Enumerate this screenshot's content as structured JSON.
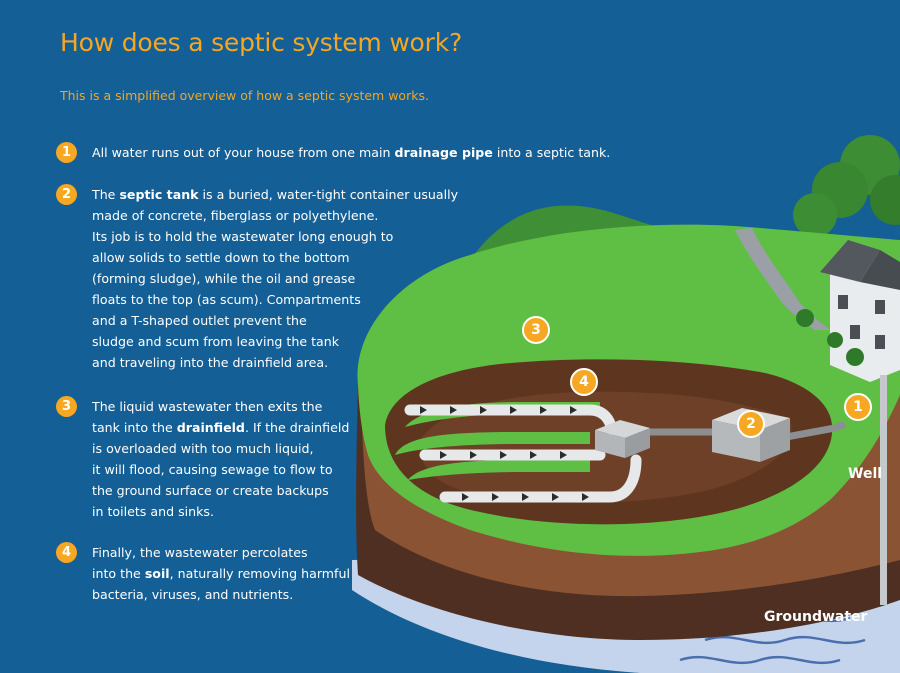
{
  "title": "How does a septic system work?",
  "subtitle": "This is a simplified overview of how a septic system works.",
  "steps": [
    {
      "number": "1",
      "lines": [
        [
          {
            "t": "All water runs out of your house from one main "
          },
          {
            "t": "drainage pipe",
            "b": true
          },
          {
            "t": " into a septic tank."
          }
        ]
      ]
    },
    {
      "number": "2",
      "lines": [
        [
          {
            "t": "The "
          },
          {
            "t": "septic tank",
            "b": true
          },
          {
            "t": " is a buried, water-tight container usually"
          }
        ],
        [
          {
            "t": "made of concrete, fiberglass or polyethylene."
          }
        ],
        [
          {
            "t": "Its job is to hold the wastewater long enough to"
          }
        ],
        [
          {
            "t": "allow solids to settle down to the bottom"
          }
        ],
        [
          {
            "t": "(forming sludge), while the oil and grease"
          }
        ],
        [
          {
            "t": "floats to the top (as scum). Compartments"
          }
        ],
        [
          {
            "t": "and a T-shaped outlet prevent the"
          }
        ],
        [
          {
            "t": "sludge and scum from leaving the tank"
          }
        ],
        [
          {
            "t": "and traveling into the drainfield area."
          }
        ]
      ]
    },
    {
      "number": "3",
      "lines": [
        [
          {
            "t": "The liquid wastewater then exits the"
          }
        ],
        [
          {
            "t": "tank into the "
          },
          {
            "t": "drainfield",
            "b": true
          },
          {
            "t": ". If the drainfield"
          }
        ],
        [
          {
            "t": "is overloaded with too much liquid,"
          }
        ],
        [
          {
            "t": "it will flood, causing sewage to flow to"
          }
        ],
        [
          {
            "t": "the ground surface or create backups"
          }
        ],
        [
          {
            "t": "in toilets and sinks."
          }
        ]
      ]
    },
    {
      "number": "4",
      "lines": [
        [
          {
            "t": "Finally, the wastewater percolates"
          }
        ],
        [
          {
            "t": "into the "
          },
          {
            "t": "soil",
            "b": true
          },
          {
            "t": ", naturally removing harmful"
          }
        ],
        [
          {
            "t": "bacteria, viruses, and nutrients."
          }
        ]
      ]
    }
  ],
  "diagram": {
    "markers": [
      "1",
      "2",
      "3",
      "4"
    ],
    "labels": {
      "well": "Well",
      "groundwater": "Groundwater"
    }
  },
  "colors": {
    "background": "#135f96",
    "accent": "#f7a823",
    "grass": "#5fbf45",
    "soil": "#8a5434",
    "deep_soil": "#4f2f22",
    "groundwater": "#c4d4ec",
    "tree": "#3d8d34"
  }
}
